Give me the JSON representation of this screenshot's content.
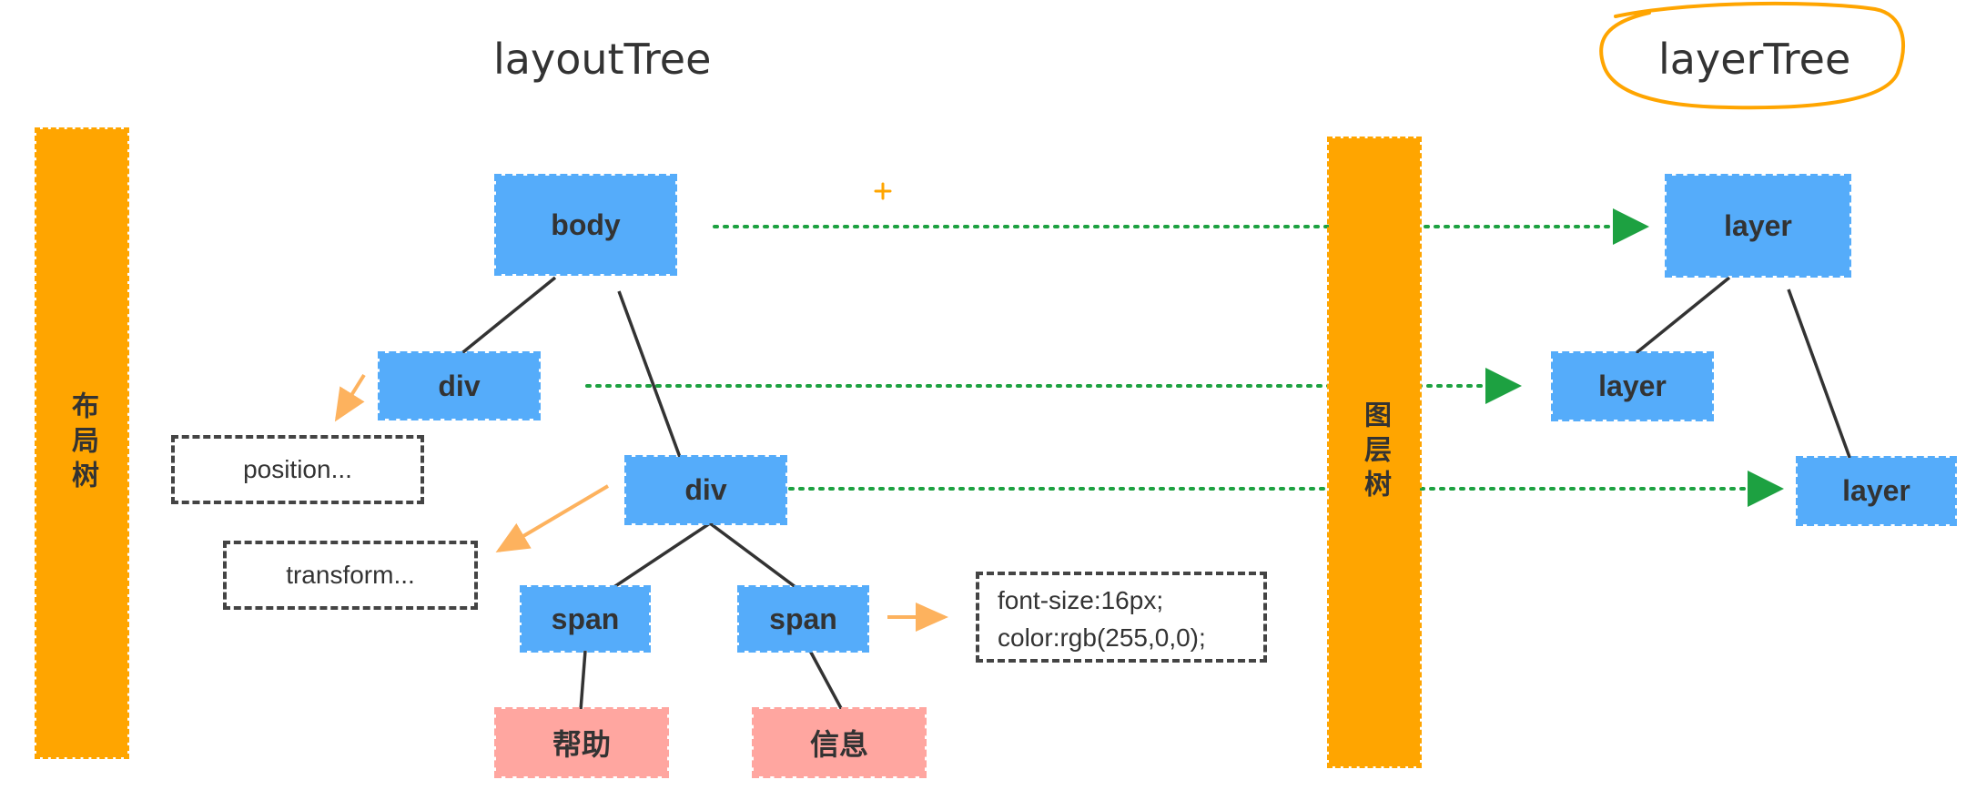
{
  "titles": {
    "left": "layoutTree",
    "right": "layerTree"
  },
  "bars": {
    "layout": "布局树",
    "layer": "图层树"
  },
  "layout_tree": {
    "body": "body",
    "div1": "div",
    "div2": "div",
    "span1": "span",
    "span2": "span",
    "text1": "帮助",
    "text2": "信息"
  },
  "layer_tree": {
    "root": "layer",
    "child1": "layer",
    "child2": "layer"
  },
  "notes": {
    "position": "position...",
    "transform": "transform...",
    "style_line1": "font-size:16px;",
    "style_line2": "color:rgb(255,0,0);"
  },
  "colors": {
    "node_blue": "#55ACFA",
    "bar_orange": "#FFA500",
    "text_pink": "#FFA6A0",
    "connector_green": "#1DA141",
    "annotation_arrow_orange": "#FDB25E"
  }
}
